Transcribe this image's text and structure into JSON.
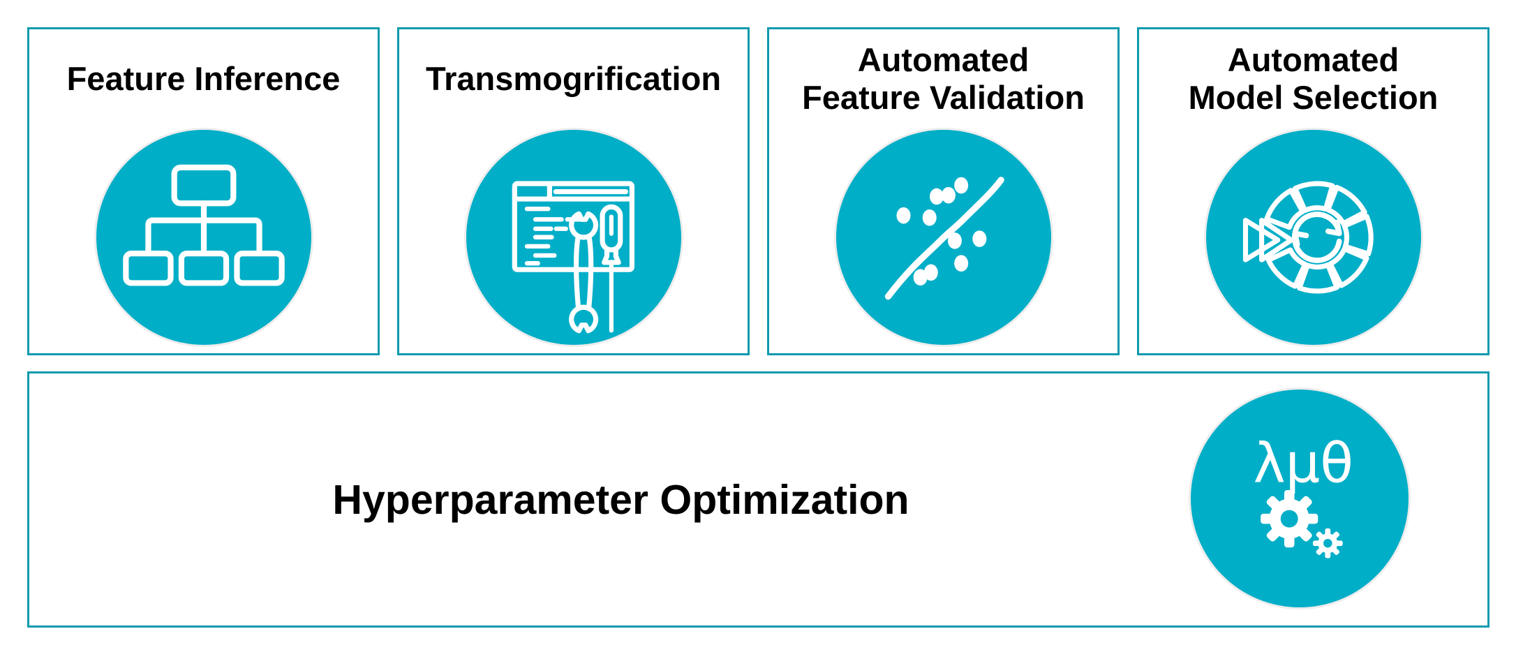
{
  "palette": {
    "circle_fill": "#00AEC7",
    "card_border": "#0F9AAE",
    "title_color": "#000000",
    "icon_stroke": "#FFFFFF",
    "background": "#FFFFFF"
  },
  "cards": [
    {
      "title": "Feature Inference",
      "icon": "hierarchy-icon"
    },
    {
      "title": "Transmogrification",
      "icon": "code-window-tools-icon"
    },
    {
      "title": "Automated\nFeature Validation",
      "icon": "scatter-plot-trendline-icon"
    },
    {
      "title": "Automated\nModel Selection",
      "icon": "segmented-cycle-icon"
    }
  ],
  "bottom_card": {
    "title": "Hyperparameter Optimization",
    "icon": "lambda-mu-theta-gears-icon",
    "symbols": "λμθ"
  }
}
